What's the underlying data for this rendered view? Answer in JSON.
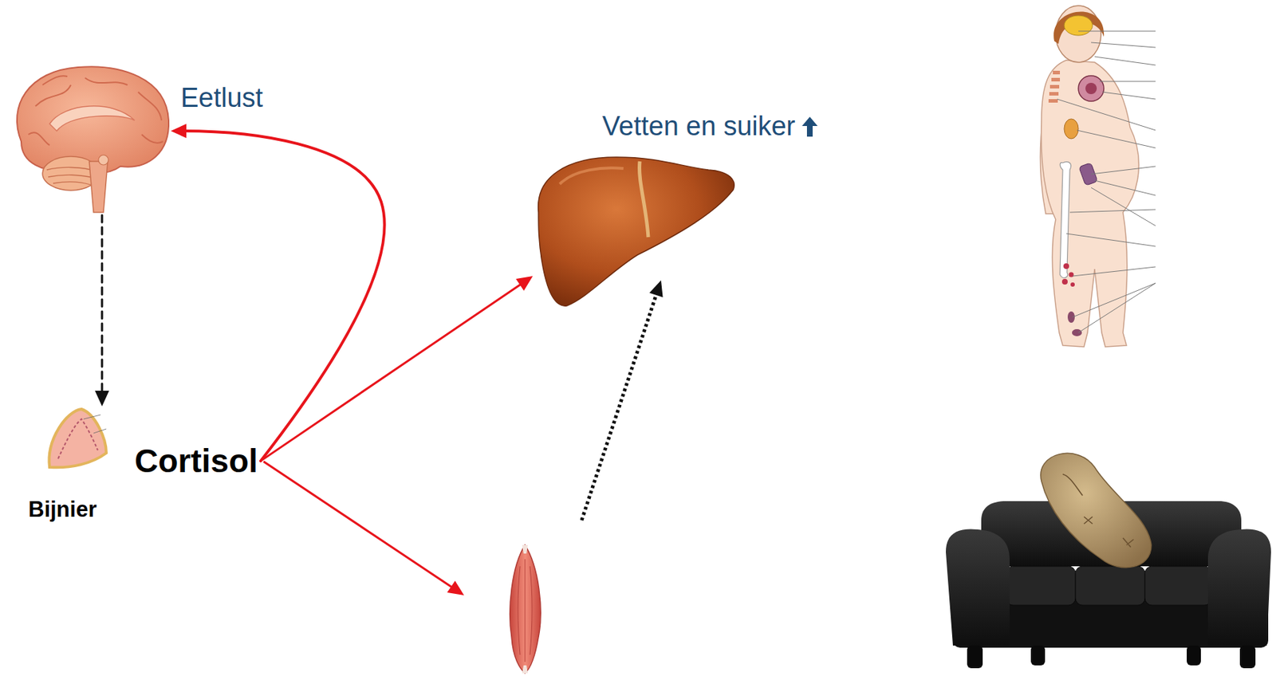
{
  "diagram": {
    "nodes": [
      {
        "text": [
          "Eetlust"
        ]
      },
      {
        "text": [
          "Cortisol",
          "Bijnier"
        ]
      },
      {
        "text": [
          "Vetten en suiker"
        ]
      }
    ],
    "edges": [
      {
        "from": 0,
        "to": 1,
        "arrow": "to"
      },
      {
        "from": 1,
        "to": 0,
        "arrow": "to"
      },
      {
        "from": 1,
        "to": 2,
        "arrow": "to"
      }
    ]
  }
}
